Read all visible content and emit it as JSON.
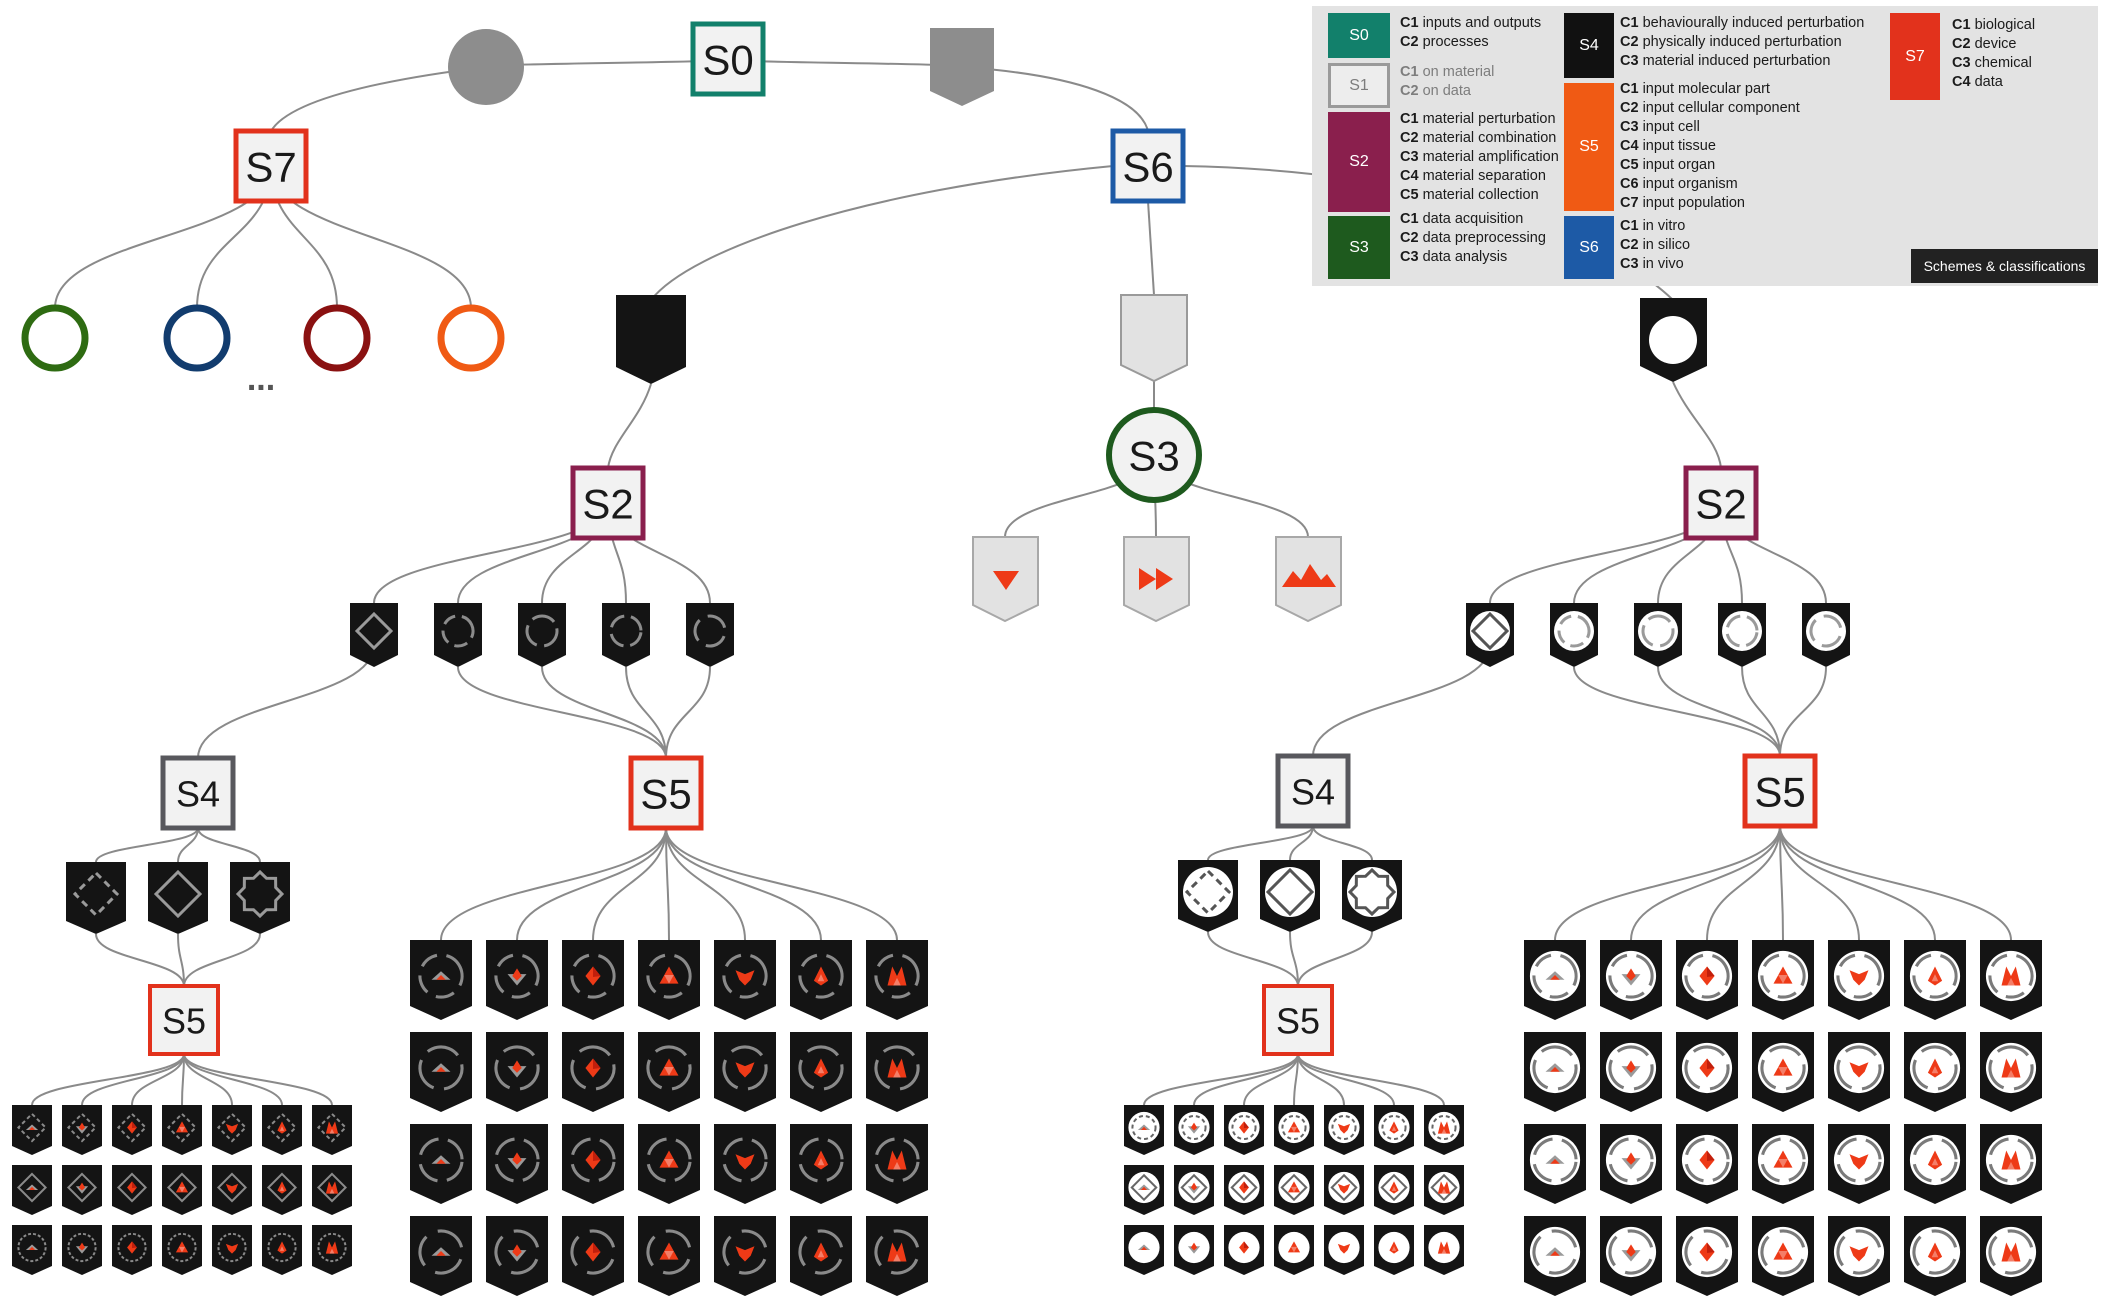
{
  "colors": {
    "S0": "#12806b",
    "S1": "#9a9a9a",
    "S2": "#8a1f4d",
    "S3": "#1e5a1e",
    "S4": "#58585d",
    "S5": "#e2321c",
    "S6": "#1d5aa6",
    "S7": "#e2321c",
    "leaf_green": "#2e6b12",
    "leaf_blue": "#123c6e",
    "leaf_darkred": "#8a1111",
    "leaf_orange": "#f05a14",
    "accent": "#ee3a17",
    "dark_icon": "#141414",
    "light_icon": "#e2e2e2"
  },
  "diagram": {
    "root": "S0",
    "node_S7": "S7",
    "node_S6": "S6",
    "node_S3": "S3",
    "node_S2_left": "S2",
    "node_S2_right": "S2",
    "node_S4_left": "S4",
    "node_S4_right": "S4",
    "node_S5": "S5",
    "ellipsis": "..."
  },
  "legend": {
    "groups": [
      {
        "id": "S0",
        "swatch_label": "S0",
        "items": [
          {
            "code": "C1",
            "text": "inputs and outputs"
          },
          {
            "code": "C2",
            "text": "processes"
          }
        ]
      },
      {
        "id": "S1",
        "swatch_label": "S1",
        "muted": true,
        "items": [
          {
            "code": "C1",
            "text": "on material"
          },
          {
            "code": "C2",
            "text": "on data"
          }
        ]
      },
      {
        "id": "S2",
        "swatch_label": "S2",
        "items": [
          {
            "code": "C1",
            "text": "material perturbation"
          },
          {
            "code": "C2",
            "text": "material combination"
          },
          {
            "code": "C3",
            "text": "material amplification"
          },
          {
            "code": "C4",
            "text": "material separation"
          },
          {
            "code": "C5",
            "text": "material collection"
          }
        ]
      },
      {
        "id": "S3",
        "swatch_label": "S3",
        "items": [
          {
            "code": "C1",
            "text": "data acquisition"
          },
          {
            "code": "C2",
            "text": "data preprocessing"
          },
          {
            "code": "C3",
            "text": "data analysis"
          }
        ]
      },
      {
        "id": "S4",
        "swatch_label": "S4",
        "items": [
          {
            "code": "C1",
            "text": "behaviourally induced perturbation"
          },
          {
            "code": "C2",
            "text": "physically induced perturbation"
          },
          {
            "code": "C3",
            "text": "material induced perturbation"
          }
        ]
      },
      {
        "id": "S5",
        "swatch_label": "S5",
        "items": [
          {
            "code": "C1",
            "text": "input molecular part"
          },
          {
            "code": "C2",
            "text": "input cellular component"
          },
          {
            "code": "C3",
            "text": "input cell"
          },
          {
            "code": "C4",
            "text": "input tissue"
          },
          {
            "code": "C5",
            "text": "input organ"
          },
          {
            "code": "C6",
            "text": "input organism"
          },
          {
            "code": "C7",
            "text": "input population"
          }
        ]
      },
      {
        "id": "S6",
        "swatch_label": "S6",
        "items": [
          {
            "code": "C1",
            "text": "in vitro"
          },
          {
            "code": "C2",
            "text": "in silico"
          },
          {
            "code": "C3",
            "text": "in vivo"
          }
        ]
      },
      {
        "id": "S7",
        "swatch_label": "S7",
        "items": [
          {
            "code": "C1",
            "text": "biological"
          },
          {
            "code": "C2",
            "text": "device"
          },
          {
            "code": "C3",
            "text": "chemical"
          },
          {
            "code": "C4",
            "text": "data"
          }
        ]
      }
    ],
    "button_label": "Schemes & classifications"
  }
}
